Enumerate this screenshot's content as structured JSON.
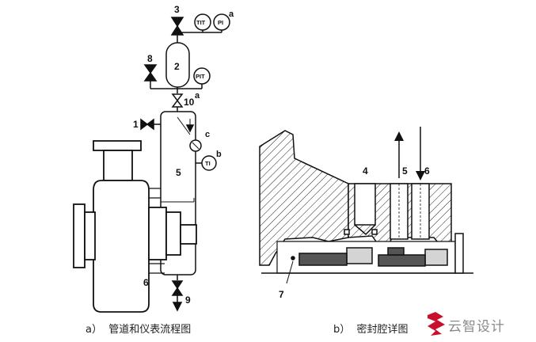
{
  "diagram_a": {
    "caption": "a）  管道和仪表流程图",
    "labels": {
      "n3": "3",
      "n8": "8",
      "n2": "2",
      "n10": "10",
      "n1": "1",
      "n5": "5",
      "n6": "6",
      "n9": "9",
      "a1": "a",
      "a2": "a",
      "b": "b",
      "c": "c"
    },
    "instruments": {
      "tit": "TIT",
      "pi": "PI",
      "pit": "PIT",
      "ti": "TI"
    }
  },
  "diagram_b": {
    "caption": "b）  密封腔详图",
    "labels": {
      "n4": "4",
      "n5": "5",
      "n6": "6",
      "n7": "7"
    }
  },
  "watermark": {
    "text": "云智设计",
    "color": "#c8102e"
  }
}
